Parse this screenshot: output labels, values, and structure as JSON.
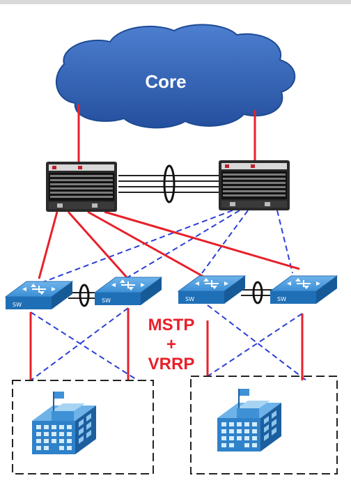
{
  "diagram": {
    "core_label": "Core",
    "protocol_line1": "MSTP",
    "protocol_line2": "+",
    "protocol_line3": "VRRP",
    "switch_label": "SW",
    "colors": {
      "cloud": "#2f62b8",
      "primary_link": "#e8202a",
      "backup_link": "#2b3fd6",
      "trunk_link": "#222222",
      "switch": "#2f82c9",
      "building": "#2f82c9"
    }
  }
}
